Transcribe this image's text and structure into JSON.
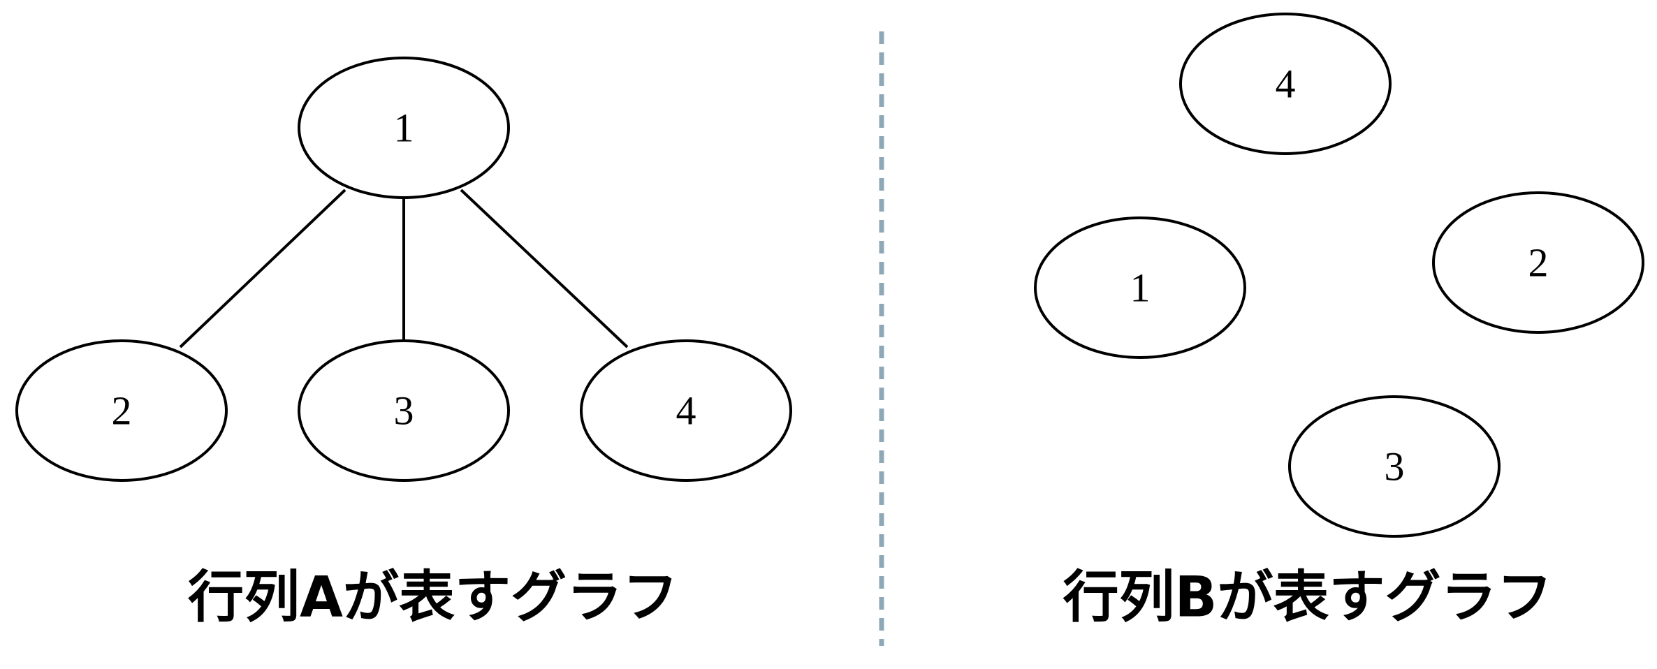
{
  "divider_color": "#8fa8b6",
  "graph_a": {
    "caption": "行列Aが表すグラフ",
    "nodes": [
      {
        "id": "1",
        "label": "1"
      },
      {
        "id": "2",
        "label": "2"
      },
      {
        "id": "3",
        "label": "3"
      },
      {
        "id": "4",
        "label": "4"
      }
    ],
    "edges": [
      {
        "from": "1",
        "to": "2"
      },
      {
        "from": "1",
        "to": "3"
      },
      {
        "from": "1",
        "to": "4"
      }
    ]
  },
  "graph_b": {
    "caption": "行列Bが表すグラフ",
    "nodes": [
      {
        "id": "4",
        "label": "4"
      },
      {
        "id": "1",
        "label": "1"
      },
      {
        "id": "2",
        "label": "2"
      },
      {
        "id": "3",
        "label": "3"
      }
    ],
    "edges": []
  }
}
